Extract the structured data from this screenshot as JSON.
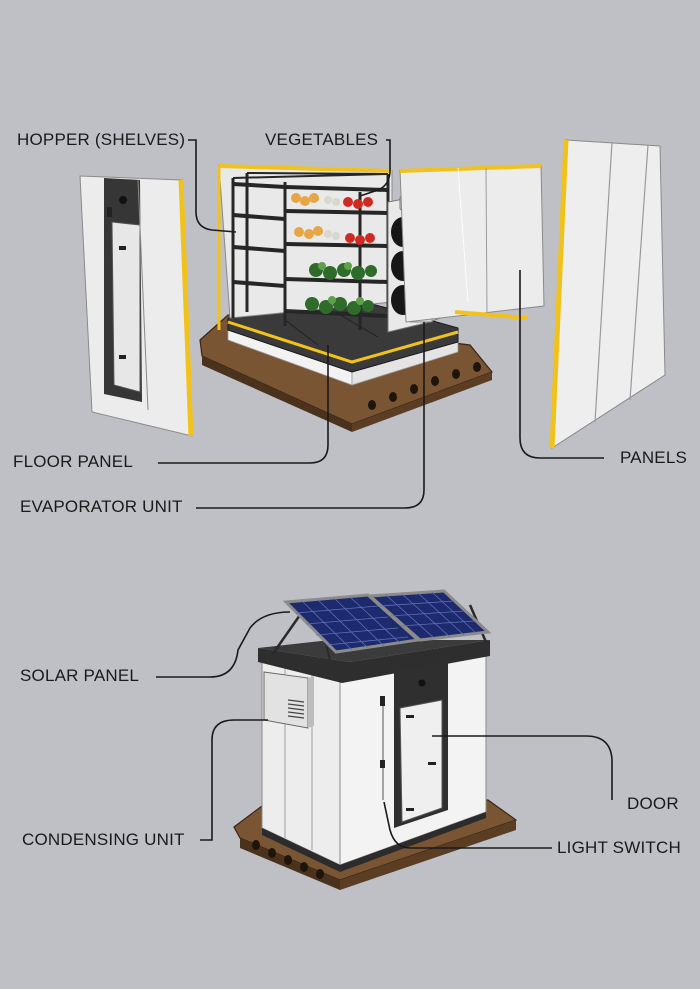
{
  "labels": {
    "hopper": "HOPPER (SHELVES)",
    "vegetables": "VEGETABLES",
    "floor_panel": "FLOOR PANEL",
    "evaporator_unit": "EVAPORATOR UNIT",
    "panels": "PANELS",
    "solar_panel": "SOLAR PANEL",
    "condensing_unit": "CONDENSING UNIT",
    "door": "DOOR",
    "light_switch": "LIGHT SWITCH"
  },
  "colors": {
    "background": "#bfc0c5",
    "panel": "#ededed",
    "edge_yellow": "#f1c21b",
    "frame_dark": "#2f2f2f",
    "pallet_wood": "#6b4a2c",
    "solar_cell": "#27307a"
  }
}
